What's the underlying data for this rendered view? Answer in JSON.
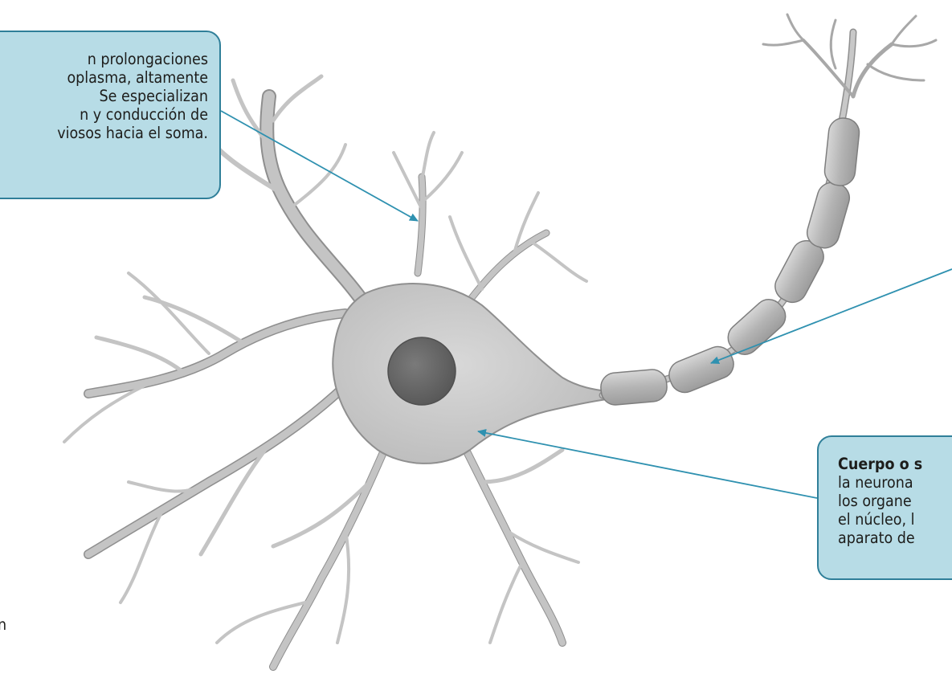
{
  "callouts": {
    "dendritas": {
      "lines": [
        "n prolongaciones",
        "oplasma, altamente",
        "Se especializan",
        "n y conducción de",
        "viosos hacia el soma."
      ]
    },
    "soma": {
      "title": "Cuerpo o s",
      "lines": [
        "la neurona",
        "los organe",
        "el núcleo, l",
        "aparato de"
      ]
    }
  },
  "fragments": {
    "bottom_left": "n"
  },
  "colors": {
    "callout_fill": "#b7dce6",
    "callout_border": "#2f7f99",
    "leader_line": "#2f91b0",
    "neuron_fill": "#c6c6c6",
    "neuron_stroke": "#8f8f8f",
    "nucleus": "#6b6b6b"
  }
}
